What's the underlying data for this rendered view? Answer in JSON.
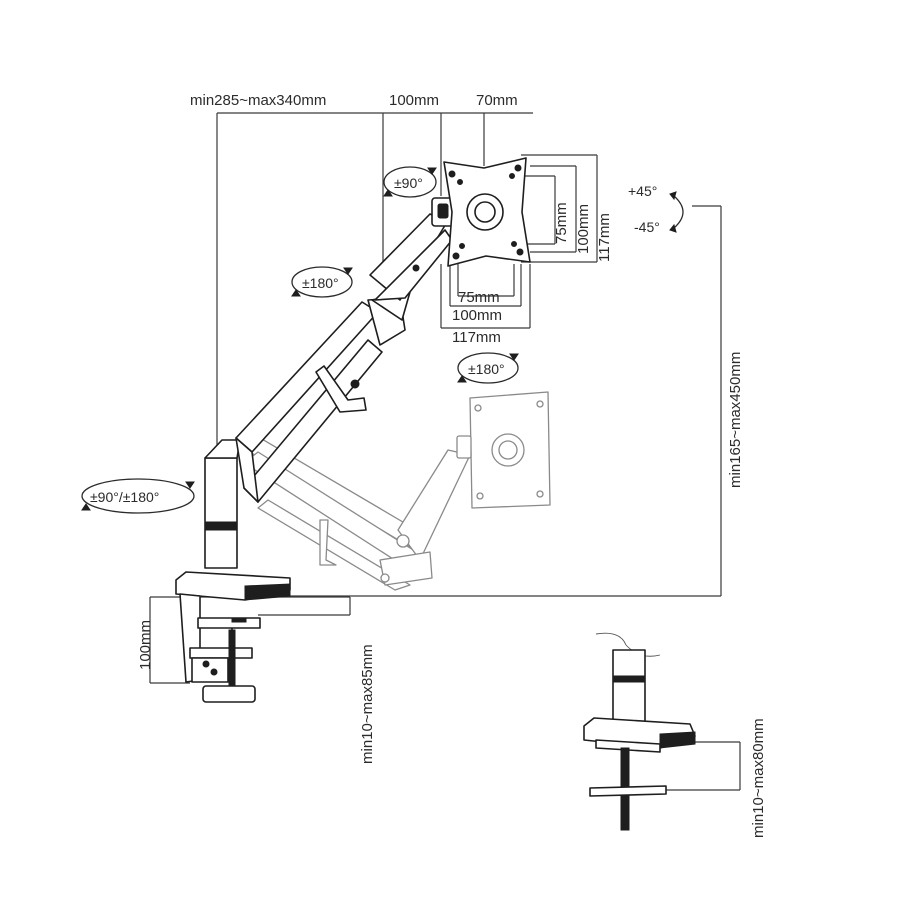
{
  "dimensions": {
    "arm_reach": "min285~max340mm",
    "plate_offset": "100mm",
    "plate_top": "70mm",
    "vesa_v_75": "75mm",
    "vesa_v_100": "100mm",
    "plate_v_117": "117mm",
    "vesa_h_75": "75mm",
    "vesa_h_100": "100mm",
    "plate_h_117": "117mm",
    "height_range": "min165~max450mm",
    "clamp_height": "100mm",
    "clamp_range": "min10~max85mm",
    "grommet_range": "min10~max80mm"
  },
  "rotations": {
    "tilt_90": "±90°",
    "swivel_180_arm": "±180°",
    "rotate_180_plate": "±180°",
    "base_swivel": "±90°/±180°",
    "tilt_plus": "+45°",
    "tilt_minus": "-45°"
  }
}
